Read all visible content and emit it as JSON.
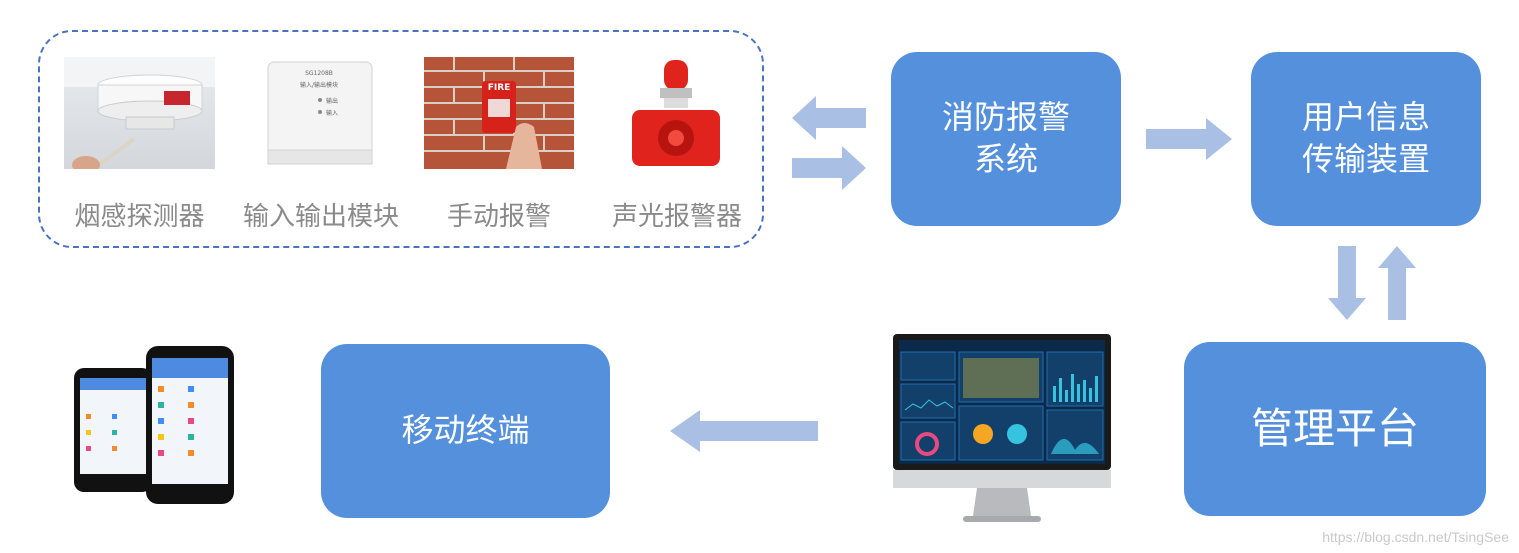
{
  "colors": {
    "box_fill": "#5590dd",
    "arrow_fill": "#a9bfe3",
    "dash_border": "#4a72c4",
    "label_gray": "#8a8a8a",
    "alarm_red": "#e0231c"
  },
  "devices": [
    {
      "id": "smoke",
      "label": "烟感探测器",
      "icon": "smoke-detector-photo"
    },
    {
      "id": "io",
      "label": "输入输出模块",
      "icon": "io-module-photo",
      "module_text": {
        "model": "SG1208B",
        "name": "输入/输出模块",
        "out": "输出",
        "in": "输入"
      }
    },
    {
      "id": "manual",
      "label": "手动报警",
      "icon": "manual-call-point-photo",
      "sign_text": "FIRE"
    },
    {
      "id": "siren",
      "label": "声光报警器",
      "icon": "strobe-siren-photo"
    }
  ],
  "boxes": {
    "fire_alarm_system": "消防报警\n系统",
    "user_info_device": "用户信息\n传输装置",
    "management_platform": "管理平台",
    "mobile_terminal": "移动终端"
  },
  "arrows": [
    {
      "from": "fire_alarm_system",
      "to": "devices",
      "dir": "left"
    },
    {
      "from": "devices",
      "to": "fire_alarm_system",
      "dir": "right"
    },
    {
      "from": "fire_alarm_system",
      "to": "user_info_device",
      "dir": "right"
    },
    {
      "from": "user_info_device",
      "to": "management_platform",
      "dir": "down"
    },
    {
      "from": "management_platform",
      "to": "user_info_device",
      "dir": "up"
    },
    {
      "from": "management_platform",
      "to": "mobile_terminal",
      "dir": "left"
    }
  ],
  "monitor": {
    "icon": "monitor-dashboard-icon"
  },
  "phones": {
    "icon": "smartphones-icon"
  },
  "watermark": "https://blog.csdn.net/TsingSee"
}
